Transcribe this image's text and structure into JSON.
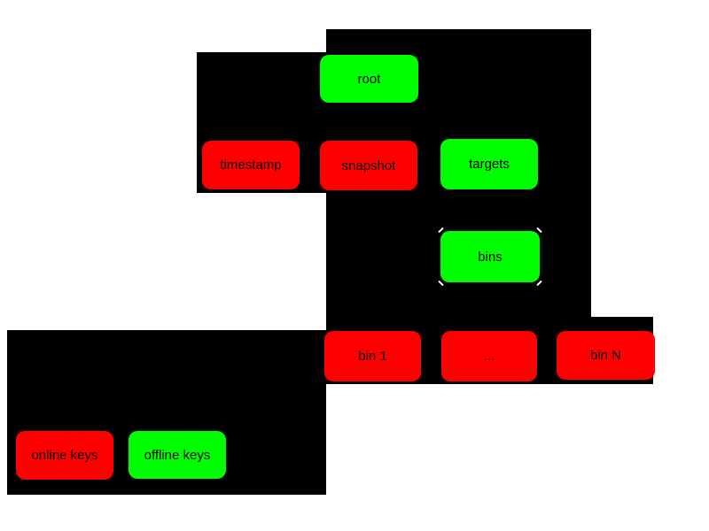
{
  "diagram": {
    "background_color": "#ffffff",
    "panel_color": "#000000",
    "label_color": "#000000",
    "selection_mark_color": "#ffffff",
    "node_colors": {
      "online_red": "#ff0000",
      "offline_green": "#00ff00"
    },
    "nodes": {
      "root": {
        "label": "root",
        "fill": "#00ff00"
      },
      "timestamp": {
        "label": "timestamp",
        "fill": "#ff0000"
      },
      "snapshot": {
        "label": "snapshot",
        "fill": "#ff0000"
      },
      "targets": {
        "label": "targets",
        "fill": "#00ff00"
      },
      "bins": {
        "label": "bins",
        "fill": "#00ff00"
      },
      "bin1": {
        "label": "bin 1",
        "fill": "#ff0000"
      },
      "bin_ellipsis": {
        "label": "...",
        "fill": "#ff0000"
      },
      "binN": {
        "label": "bin N",
        "fill": "#ff0000"
      },
      "online_keys": {
        "label": "online keys",
        "fill": "#ff0000"
      },
      "offline_keys": {
        "label": "offline keys",
        "fill": "#00ff00"
      }
    }
  }
}
